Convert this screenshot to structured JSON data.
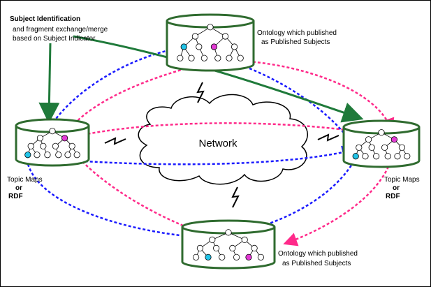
{
  "annotation": {
    "title": "Subject Identification",
    "line2": "and fragment exchange/merge",
    "line3": "based on Subject Indicator"
  },
  "network_label": "Network",
  "ontology_top": {
    "line1": "Ontology which published",
    "line2": "as Published Subjects"
  },
  "ontology_bottom": {
    "line1": "Ontology which published",
    "line2": "as Published Subjects"
  },
  "left_store": {
    "line1": "Topic Maps",
    "line2": "or",
    "line3": "RDF"
  },
  "right_store": {
    "line1": "Topic Maps",
    "line2": "or",
    "line3": "RDF"
  },
  "colors": {
    "blue_link": "#1a1aff",
    "pink_link": "#ff2a8a",
    "green_arrow": "#1f7a3a",
    "cylinder_stroke": "#2f6b2f",
    "cyan_node": "#22c4e8",
    "magenta_node": "#e23ad4"
  }
}
